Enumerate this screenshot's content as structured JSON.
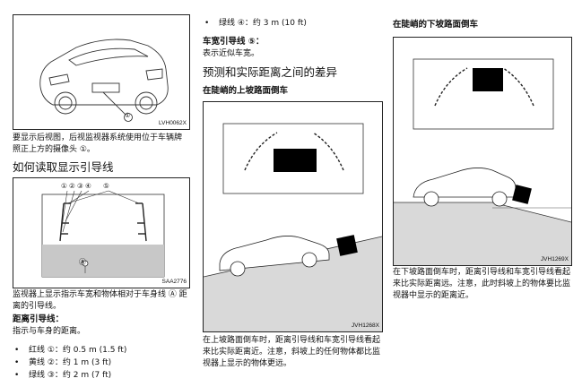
{
  "col1": {
    "fig1_code": "LVH0062X",
    "fig1_callout": "①",
    "para1": "要显示后视图，后视监视器系统使用位于车辆牌照正上方的摄像头 ①。",
    "heading1": "如何读取显示引导线",
    "fig2_code": "SAA2776",
    "fig2_nums": [
      "①",
      "②",
      "③",
      "④",
      "⑤"
    ],
    "fig2_a": "Ⓐ",
    "para2": "监视器上显示指示车宽和物体相对于车身线 Ⓐ 距离的引导线。",
    "subhead1": "距离引导线：",
    "para3": "指示与车身的距离。",
    "bullets": [
      "红线 ①：约 0.5 m (1.5 ft)",
      "黄线 ②：约 1 m (3 ft)",
      "绿线 ③：约 2 m (7 ft)"
    ]
  },
  "col2": {
    "bullet_top": "绿线 ④：约 3 m (10 ft)",
    "subhead": "车宽引导线 ⑤：",
    "para1": "表示近似车宽。",
    "heading": "预测和实际距离之间的差异",
    "subhead2": "在陡峭的上坡路面倒车",
    "fig_code": "JVH1268X",
    "para2": "在上坡路面倒车时，距离引导线和车宽引导线看起来比实际距离近。注意，斜坡上的任何物体都比监视器上显示的物体更远。"
  },
  "col3": {
    "subhead": "在陡峭的下坡路面倒车",
    "fig_code": "JVH1269X",
    "para": "在下坡路面倒车时，距离引导线和车宽引导线看起来比实际距离远。注意，此时斜坡上的物体要比监视器中显示的距离近。"
  }
}
